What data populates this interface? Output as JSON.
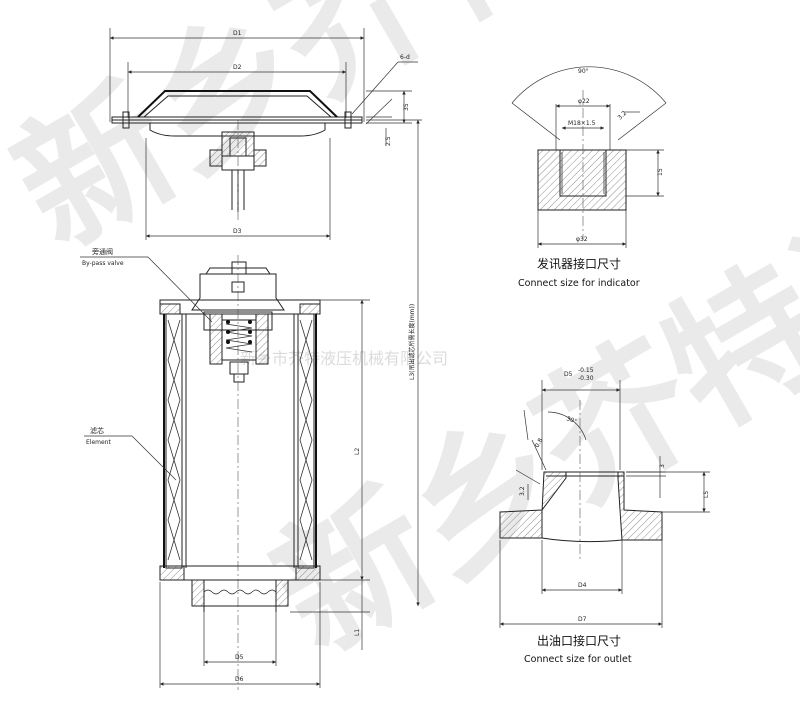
{
  "labels": {
    "d1": "D1",
    "d2": "D2",
    "d3": "D3",
    "d4": "D4",
    "d5_bottom": "D5",
    "d6": "D6",
    "d7": "D7",
    "hole": "6-d",
    "dim35": "35",
    "dim25": "2.5",
    "l1": "L1",
    "l2": "L2",
    "l3": "L3(吊出滤芯所需长度(mm))",
    "bypass_cn": "旁通阀",
    "bypass_en": "By-pass valve",
    "element_cn": "滤芯",
    "element_en": "Element",
    "angle90": "90°",
    "phi22": "φ22",
    "m18": "M18×1.5",
    "dim32_ind": "3.2",
    "dim15_ind": "15",
    "phi32": "φ32",
    "indicator_cn": "发讯器接口尺寸",
    "indicator_en": "Connect size for indicator",
    "d5_out": "D5",
    "d5_tol_up": "-0.15",
    "d5_tol_dn": "-0.30",
    "angle30": "30°",
    "r08": "0.8",
    "dim3": "3",
    "dim32_out": "3.2",
    "l5": "L5",
    "outlet_cn": "出油口接口尺寸",
    "outlet_en": "Connect size for outlet"
  },
  "watermark": {
    "big": "新乡芥特液机",
    "mid": "新乡市芥特液压机械有限公司"
  },
  "colors": {
    "line": "#222222",
    "watermark": "#e3e3e3"
  }
}
